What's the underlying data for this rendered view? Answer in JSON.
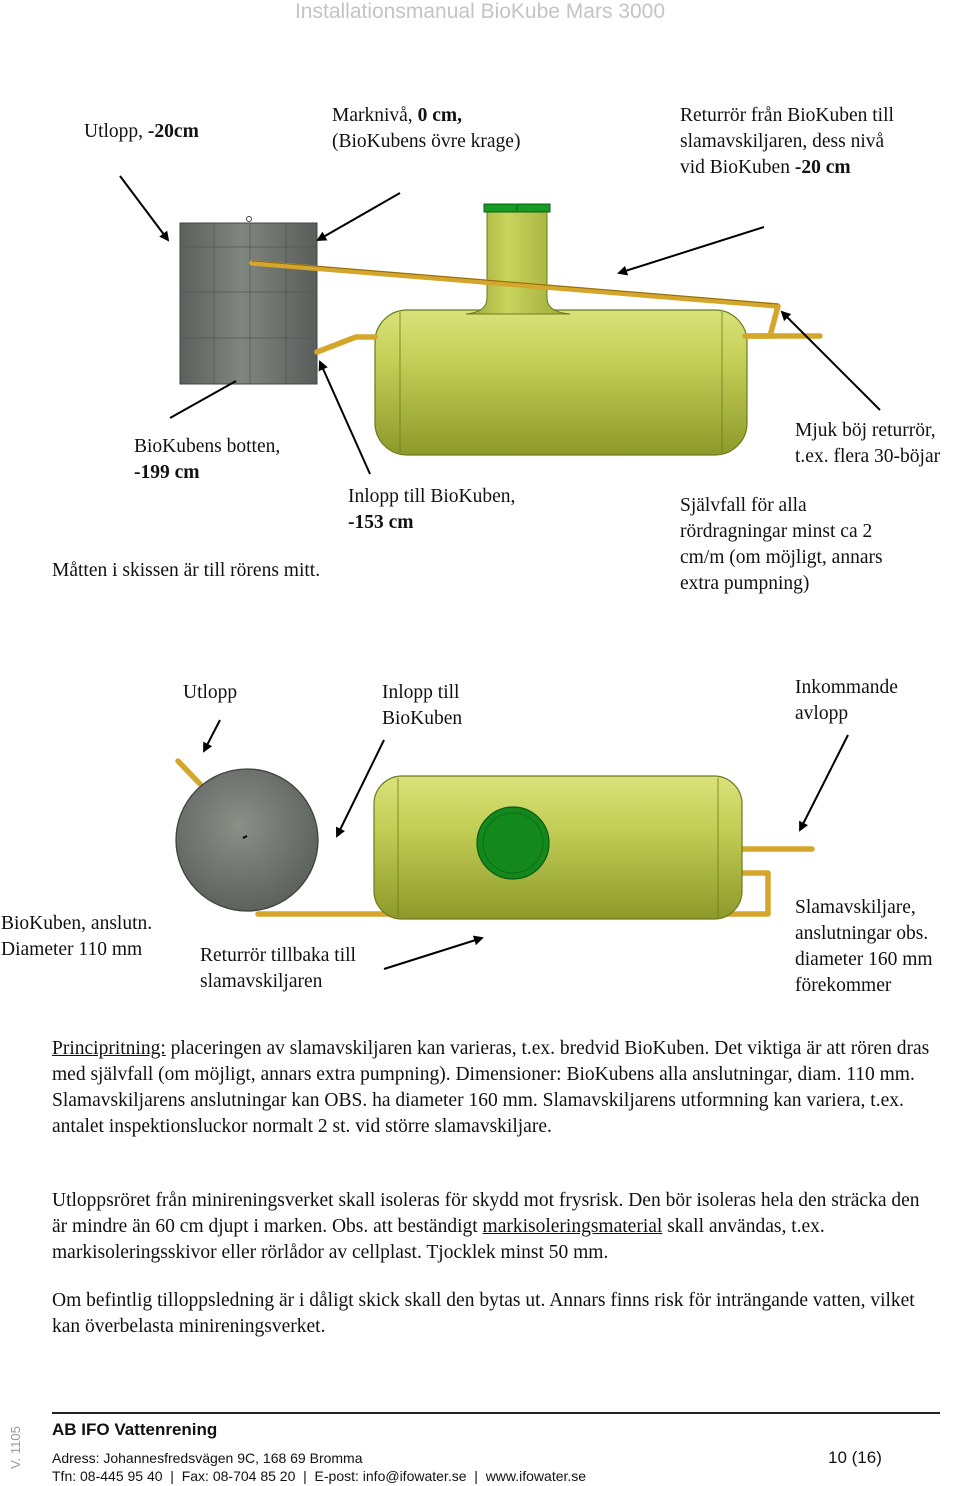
{
  "header": {
    "title": "Installationsmanual BioKube Mars 3000"
  },
  "figure1": {
    "utlopp_text": "Utlopp, ",
    "utlopp_bold": "-20cm",
    "markniva_text": "Marknivå, ",
    "markniva_bold": "0 cm,",
    "markniva_line2": "(BioKubens övre krage)",
    "retur_line1": "Returrör från BioKuben till",
    "retur_line2": "slamavskiljaren, dess nivå",
    "retur_line3": "vid BioKuben ",
    "retur_bold": "-20 cm",
    "botten_line1": "BioKubens botten,",
    "botten_bold": "-199 cm",
    "matten": "Måtten i skissen är till rörens mitt.",
    "inlopp_line1": "Inlopp till BioKuben,",
    "inlopp_bold": "-153 cm",
    "mjuk_line1": "Mjuk böj returrör,",
    "mjuk_line2": "t.ex. flera 30-böjar",
    "sjalv_line1": "Självfall för alla",
    "sjalv_line2": "rördragningar minst ca 2",
    "sjalv_line3": "cm/m (om möjligt, annars",
    "sjalv_line4": "extra pumpning)"
  },
  "figure2": {
    "utlopp": "Utlopp",
    "inlopp_line1": "Inlopp till",
    "inlopp_line2": "BioKuben",
    "inkommande_line1": "Inkommande",
    "inkommande_line2": "avlopp",
    "anslutn_line1": "BioKuben, anslutn.",
    "anslutn_line2": "Diameter 110 mm",
    "returror_line1": "Returrör tillbaka till",
    "returror_line2": "slamavskiljaren",
    "slam_line1": "Slamavskiljare,",
    "slam_line2": "anslutningar obs.",
    "slam_line3": "diameter 160 mm",
    "slam_line4": "förekommer"
  },
  "body": {
    "p1_underlined": "Principritning:",
    "p1_rest": " placeringen av slamavskiljaren kan varieras, t.ex. bredvid BioKuben. Det viktiga är att rören dras med självfall (om möjligt, annars extra pumpning). Dimensioner: BioKubens alla anslutningar, diam. 110 mm. Slamavskiljarens anslutningar kan OBS. ha diameter 160 mm. Slamavskiljarens utformning kan variera, t.ex. antalet inspektionsluckor normalt 2 st. vid större slamavskiljare.",
    "p2_before": "Utloppsröret från minireningsverket skall isoleras för skydd mot frysrisk. Den bör isoleras hela den sträcka den är mindre än 60 cm djupt i marken. Obs. att beständigt ",
    "p2_underlined": "markisoleringsmaterial",
    "p2_after": " skall användas, t.ex. markisoleringsskivor eller rörlådor av cellplast. Tjocklek minst 50 mm.",
    "p3": "Om befintlig tilloppsledning är i dåligt skick skall den bytas ut. Annars finns risk för inträngande vatten, vilket kan överbelasta minireningsverket."
  },
  "footer": {
    "company": "AB IFO Vattenrening",
    "address": "Adress: Johannesfredsvägen 9C, 168 69 Bromma",
    "contact": "Tfn: 08-445 95 40  |  Fax: 08-704 85 20  |  E-post: info@ifowater.se  |  www.ifowater.se",
    "page": "10 (16)",
    "version": "V. 1105"
  },
  "colors": {
    "tank_green": "#b5c24a",
    "pipe_gold": "#d4a72c",
    "cylinder_gray": "#6f7470",
    "hatch_green": "#13881d"
  }
}
